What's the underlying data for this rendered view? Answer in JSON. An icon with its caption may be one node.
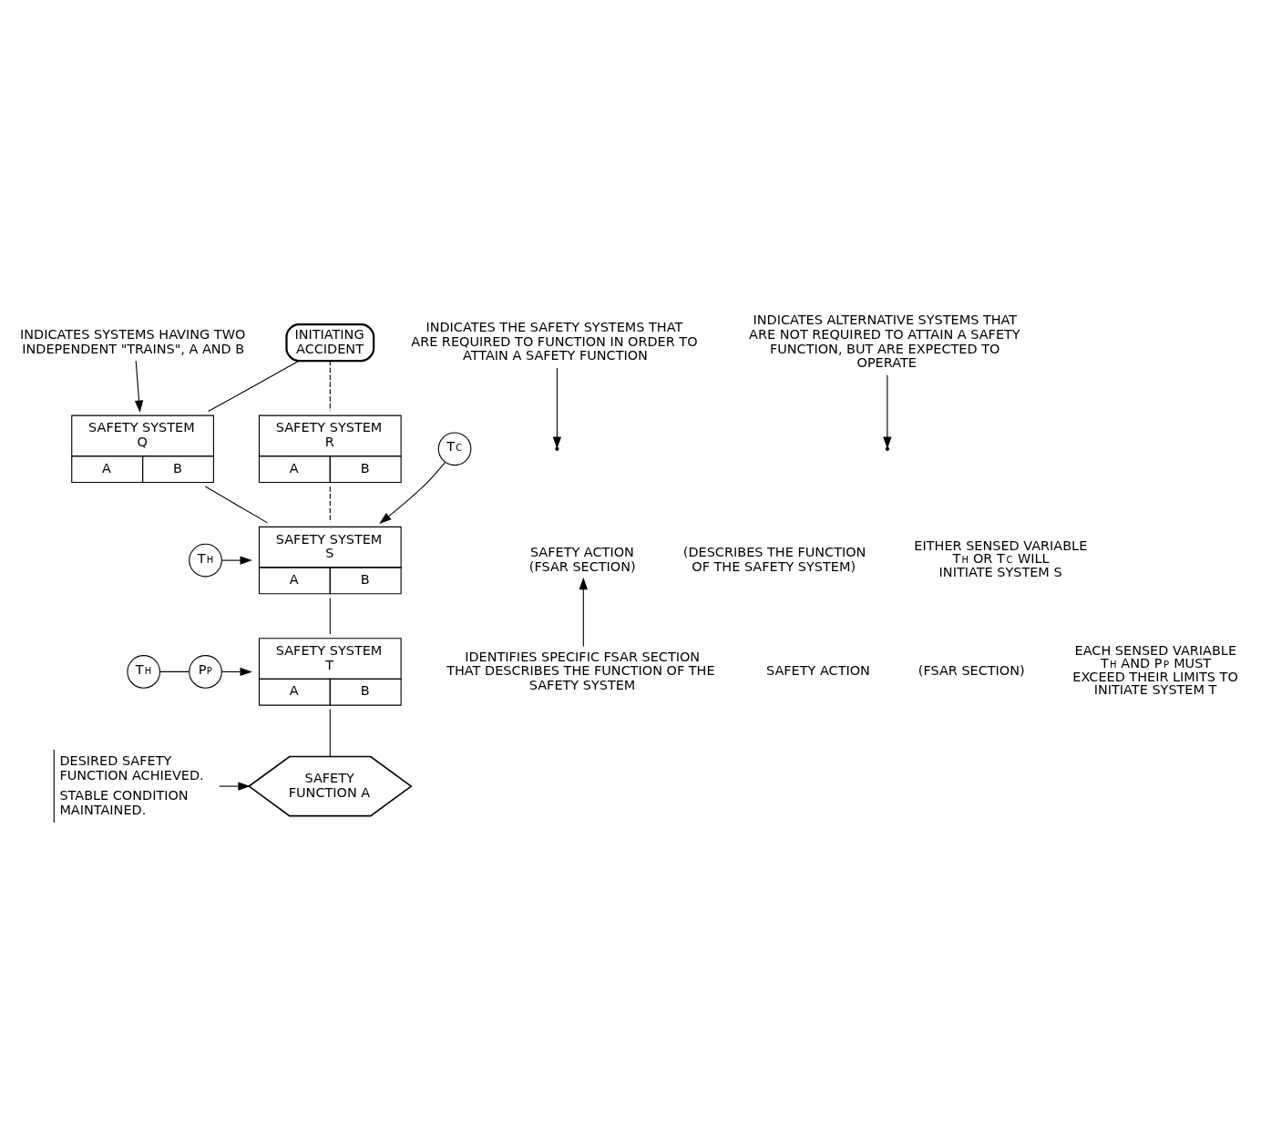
{
  "diagram": {
    "nodes": [
      {
        "text": [
          "INITIATING ACCIDENT"
        ]
      },
      {
        "text": [
          "INDICATES THE SAFETY SYSTEMS THAT ARE REQUIRED TO FUNCTION IN ORDER TO ATTAIN A SAFETY FUNCTION"
        ]
      },
      {
        "text": [
          "INDICATES ALTERNATIVE SYSTEMS THAT ARE NOT REQUIRED TO ATTAIN A SAFETY FUNCTION, BUT ARE EXPECTED TO OPERATE"
        ]
      },
      {
        "text": [
          "SAFETY SYSTEM",
          "Q",
          "A",
          "B"
        ]
      },
      {
        "text": [
          "SAFETY SYSTEM",
          "R",
          "A",
          "B"
        ]
      },
      {
        "text": [
          "INDICATES SYSTEMS HAVING TWO INDEPENDENT \"TRAINS\", A AND B"
        ]
      },
      {
        "text": [
          "T$_{H}$"
        ]
      },
      {
        "text": [
          "T$_{C}$"
        ]
      },
      {
        "text": [
          "SAFETY SYSTEM",
          "S",
          "A",
          "B"
        ]
      },
      {
        "text": [
          "SAFETY ACTION",
          "(FSAR SECTION)"
        ]
      },
      {
        "text": [
          "IDENTIFIES SPECIFIC FSAR SECTION THAT DESCRIBES THE FUNCTION OF THE SAFETY SYSTEM"
        ]
      },
      {
        "text": [
          "T$_{H}$"
        ]
      },
      {
        "text": [
          "P$_{P}$"
        ]
      },
      {
        "text": [
          "SAFETY SYSTEM",
          "T",
          "A",
          "B"
        ]
      },
      {
        "text": [
          "SAFETY FUNCTION A"
        ]
      },
      {
        "text": [
          "DESIRED SAFETY FUNCTION ACHIEVED.",
          "STABLE CONDITION MAINTAINED."
        ]
      }
    ],
    "edges": [
      {
        "from": 0,
        "to": 3,
        "arrow": "none"
      },
      {
        "from": 0,
        "to": 4,
        "arrow": "none",
        "style": "dashed"
      },
      {
        "from": 1,
        "to": null,
        "arrow": "to"
      },
      {
        "from": 2,
        "to": null,
        "arrow": "to"
      },
      {
        "from": 5,
        "to": 3,
        "arrow": "to"
      },
      {
        "from": 3,
        "to": 8,
        "arrow": "none"
      },
      {
        "from": 4,
        "to": 8,
        "arrow": "none",
        "style": "dashed"
      },
      {
        "from": 6,
        "to": 8,
        "arrow": "to"
      },
      {
        "from": 7,
        "to": 8,
        "arrow": "to"
      },
      {
        "from": 10,
        "to": 9,
        "arrow": "to"
      },
      {
        "from": 8,
        "to": 13,
        "arrow": "none"
      },
      {
        "from": 11,
        "to": 12,
        "arrow": "none"
      },
      {
        "from": 12,
        "to": 13,
        "arrow": "to"
      },
      {
        "from": 13,
        "to": 14,
        "arrow": "none"
      },
      {
        "from": 15,
        "to": 14,
        "arrow": "to"
      }
    ],
    "labels": [
      "(DESCRIBES THE FUNCTION OF THE SAFETY SYSTEM)",
      "EITHER SENSED VARIABLE T$_{H}$ OR T$_{C}$ WILL INITIATE SYSTEM S",
      "SAFETY ACTION",
      "(FSAR SECTION)",
      "EACH SENSED VARIABLE T$_{H}$ AND P$_{P}$ MUST EXCEED THEIR LIMITS TO INITIATE SYSTEM T"
    ]
  }
}
